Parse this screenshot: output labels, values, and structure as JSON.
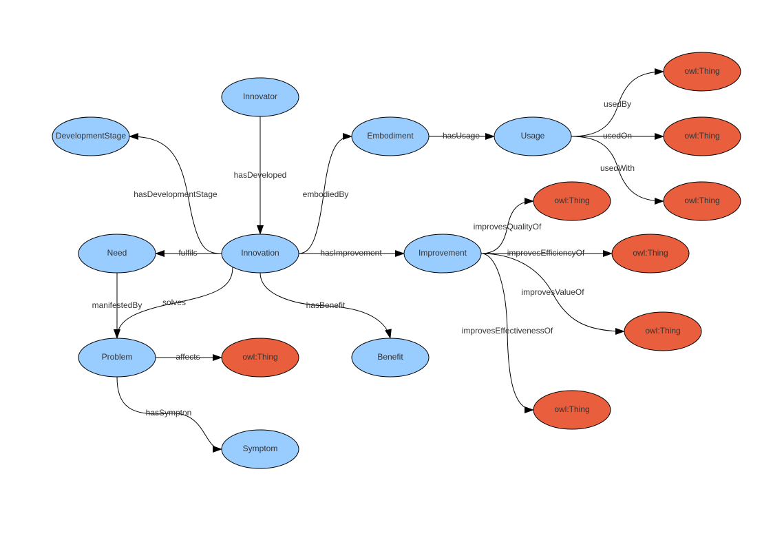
{
  "colors": {
    "class_fill": "#99ccff",
    "thing_fill": "#e95e3c",
    "stroke": "#000000",
    "text": "#333333",
    "background": "#ffffff"
  },
  "nodes": [
    {
      "id": "innovator",
      "label": "Innovator",
      "kind": "class"
    },
    {
      "id": "devstage",
      "label": "DevelopmentStage",
      "kind": "class"
    },
    {
      "id": "embodiment",
      "label": "Embodiment",
      "kind": "class"
    },
    {
      "id": "usage",
      "label": "Usage",
      "kind": "class"
    },
    {
      "id": "need",
      "label": "Need",
      "kind": "class"
    },
    {
      "id": "innovation",
      "label": "Innovation",
      "kind": "class"
    },
    {
      "id": "improvement",
      "label": "Improvement",
      "kind": "class"
    },
    {
      "id": "problem",
      "label": "Problem",
      "kind": "class"
    },
    {
      "id": "benefit",
      "label": "Benefit",
      "kind": "class"
    },
    {
      "id": "symptom",
      "label": "Symptom",
      "kind": "class"
    },
    {
      "id": "thing_usedby",
      "label": "owl:Thing",
      "kind": "thing"
    },
    {
      "id": "thing_usedon",
      "label": "owl:Thing",
      "kind": "thing"
    },
    {
      "id": "thing_usedwith",
      "label": "owl:Thing",
      "kind": "thing"
    },
    {
      "id": "thing_quality",
      "label": "owl:Thing",
      "kind": "thing"
    },
    {
      "id": "thing_efficiency",
      "label": "owl:Thing",
      "kind": "thing"
    },
    {
      "id": "thing_value",
      "label": "owl:Thing",
      "kind": "thing"
    },
    {
      "id": "thing_effectiveness",
      "label": "owl:Thing",
      "kind": "thing"
    },
    {
      "id": "thing_affects",
      "label": "owl:Thing",
      "kind": "thing"
    }
  ],
  "edges": [
    {
      "id": "hasDeveloped",
      "label": "hasDeveloped",
      "from": "innovator",
      "to": "innovation"
    },
    {
      "id": "hasDevelopmentStage",
      "label": "hasDevelopmentStage",
      "from": "innovation",
      "to": "devstage"
    },
    {
      "id": "embodiedBy",
      "label": "embodiedBy",
      "from": "innovation",
      "to": "embodiment"
    },
    {
      "id": "hasUsage",
      "label": "hasUsage",
      "from": "embodiment",
      "to": "usage"
    },
    {
      "id": "usedBy",
      "label": "usedBy",
      "from": "usage",
      "to": "thing_usedby"
    },
    {
      "id": "usedOn",
      "label": "usedOn",
      "from": "usage",
      "to": "thing_usedon"
    },
    {
      "id": "usedWith",
      "label": "usedWith",
      "from": "usage",
      "to": "thing_usedwith"
    },
    {
      "id": "fulfils",
      "label": "fulfils",
      "from": "innovation",
      "to": "need"
    },
    {
      "id": "hasImprovement",
      "label": "hasImprovement",
      "from": "innovation",
      "to": "improvement"
    },
    {
      "id": "improvesQualityOf",
      "label": "improvesQualityOf",
      "from": "improvement",
      "to": "thing_quality"
    },
    {
      "id": "improvesEfficiencyOf",
      "label": "improvesEfficiencyOf",
      "from": "improvement",
      "to": "thing_efficiency"
    },
    {
      "id": "improvesValueOf",
      "label": "improvesValueOf",
      "from": "improvement",
      "to": "thing_value"
    },
    {
      "id": "improvesEffectivenessOf",
      "label": "improvesEffectivenessOf",
      "from": "improvement",
      "to": "thing_effectiveness"
    },
    {
      "id": "manifestedBy",
      "label": "manifestedBy",
      "from": "need",
      "to": "problem"
    },
    {
      "id": "solves",
      "label": "solves",
      "from": "innovation",
      "to": "problem"
    },
    {
      "id": "hasBenefit",
      "label": "hasBenefit",
      "from": "innovation",
      "to": "benefit"
    },
    {
      "id": "affects",
      "label": "affects",
      "from": "problem",
      "to": "thing_affects"
    },
    {
      "id": "hasSympton",
      "label": "hasSympton",
      "from": "problem",
      "to": "symptom"
    }
  ]
}
